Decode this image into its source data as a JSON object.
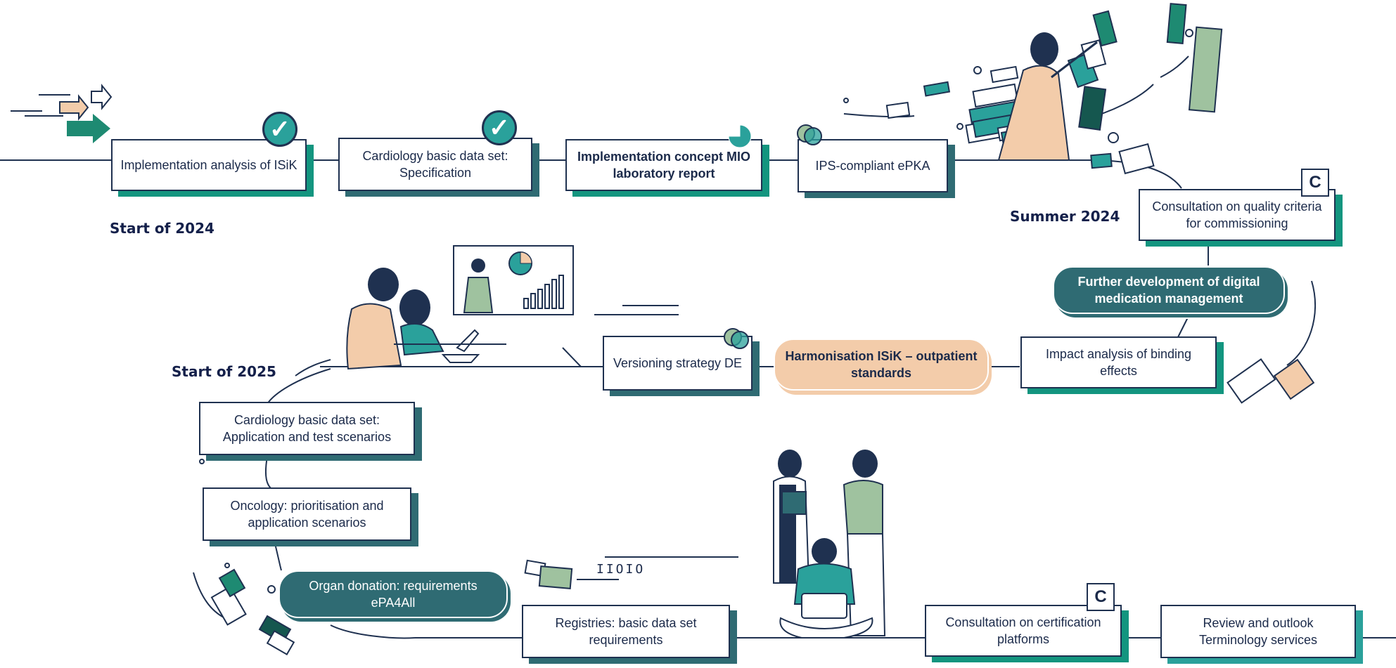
{
  "phases": {
    "start_2024": "Start of 2024",
    "summer_2024": "Summer 2024",
    "start_2025": "Start of 2025"
  },
  "milestones": [
    {
      "id": "isik",
      "label": "Implementation analysis of ISiK",
      "status": "done"
    },
    {
      "id": "cardio_spec",
      "label": "Cardiology basic data set: Specification",
      "status": "done"
    },
    {
      "id": "mio_lab",
      "label": "Implementation concept MIO laboratory report",
      "status": "in-progress"
    },
    {
      "id": "ips_epka",
      "label": "IPS-compliant ePKA",
      "status": "planned"
    },
    {
      "id": "quality",
      "label": "Consultation on quality criteria for commissioning",
      "badge": "C"
    },
    {
      "id": "medication",
      "label": "Further development of digital medication management"
    },
    {
      "id": "impact",
      "label": "Impact analysis of binding effects"
    },
    {
      "id": "harmonisation",
      "label": "Harmonisation ISiK – outpatient standards"
    },
    {
      "id": "versioning",
      "label": "Versioning strategy DE"
    },
    {
      "id": "cardio_app",
      "label": "Cardiology basic data set: Application and test scenarios"
    },
    {
      "id": "oncology",
      "label": "Oncology: prioritisation and application scenarios"
    },
    {
      "id": "organ",
      "label": "Organ donation: requirements ePA4All"
    },
    {
      "id": "registries",
      "label": "Registries: basic data set requirements"
    },
    {
      "id": "certification",
      "label": "Consultation on certification platforms",
      "badge": "C"
    },
    {
      "id": "terminology",
      "label": "Review and outlook Terminology services"
    }
  ],
  "binary_text": "IIOIO",
  "icons": {
    "check": "checkmark-icon",
    "progress": "pie-progress-icon",
    "overlap": "overlap-circles-icon",
    "consultation": "C"
  },
  "colors": {
    "navy": "#1f3150",
    "green": "#13957f",
    "teal": "#2f6b73",
    "aqua": "#2aa19b",
    "peach": "#f3ccaa",
    "sage": "#9fc29f"
  }
}
